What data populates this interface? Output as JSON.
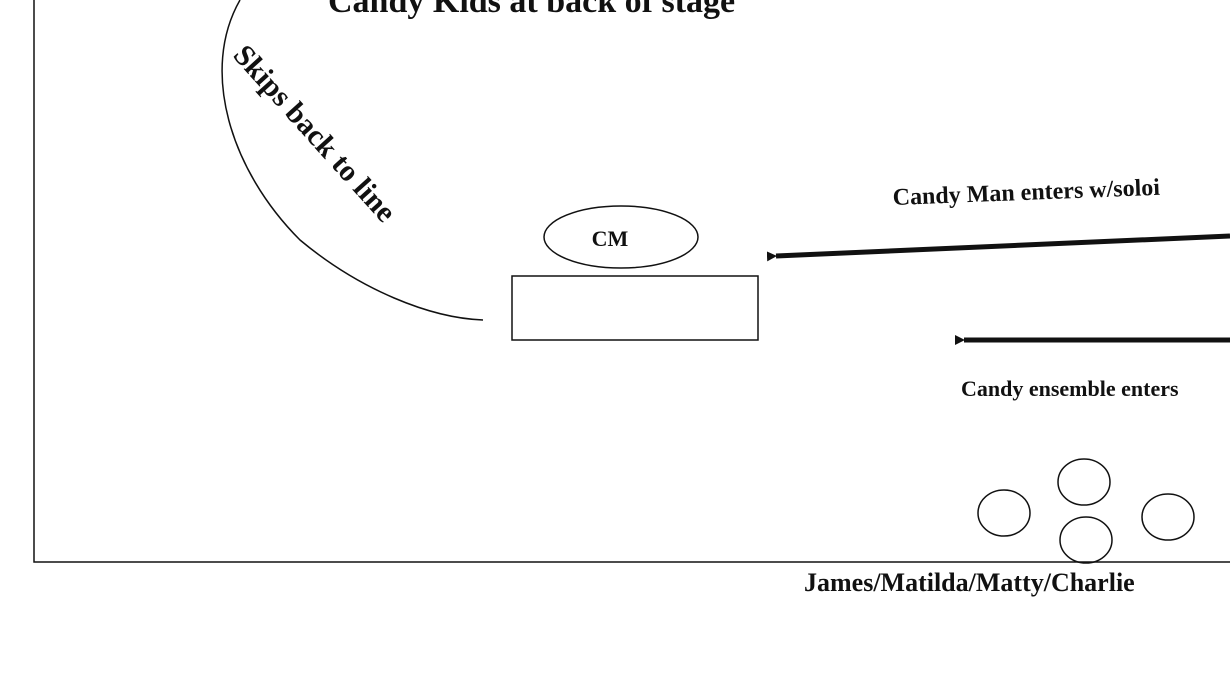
{
  "diagram": {
    "title": "Candy Kids at back of stage",
    "arc_label": "Skips back to line",
    "cm_label": "CM",
    "candy_man_label": "Candy Man enters w/soloi",
    "ensemble_label": "Candy ensemble enters",
    "group_label": "James/Matilda/Matty/Charlie"
  },
  "colors": {
    "ink": "#111111",
    "background": "#ffffff"
  }
}
